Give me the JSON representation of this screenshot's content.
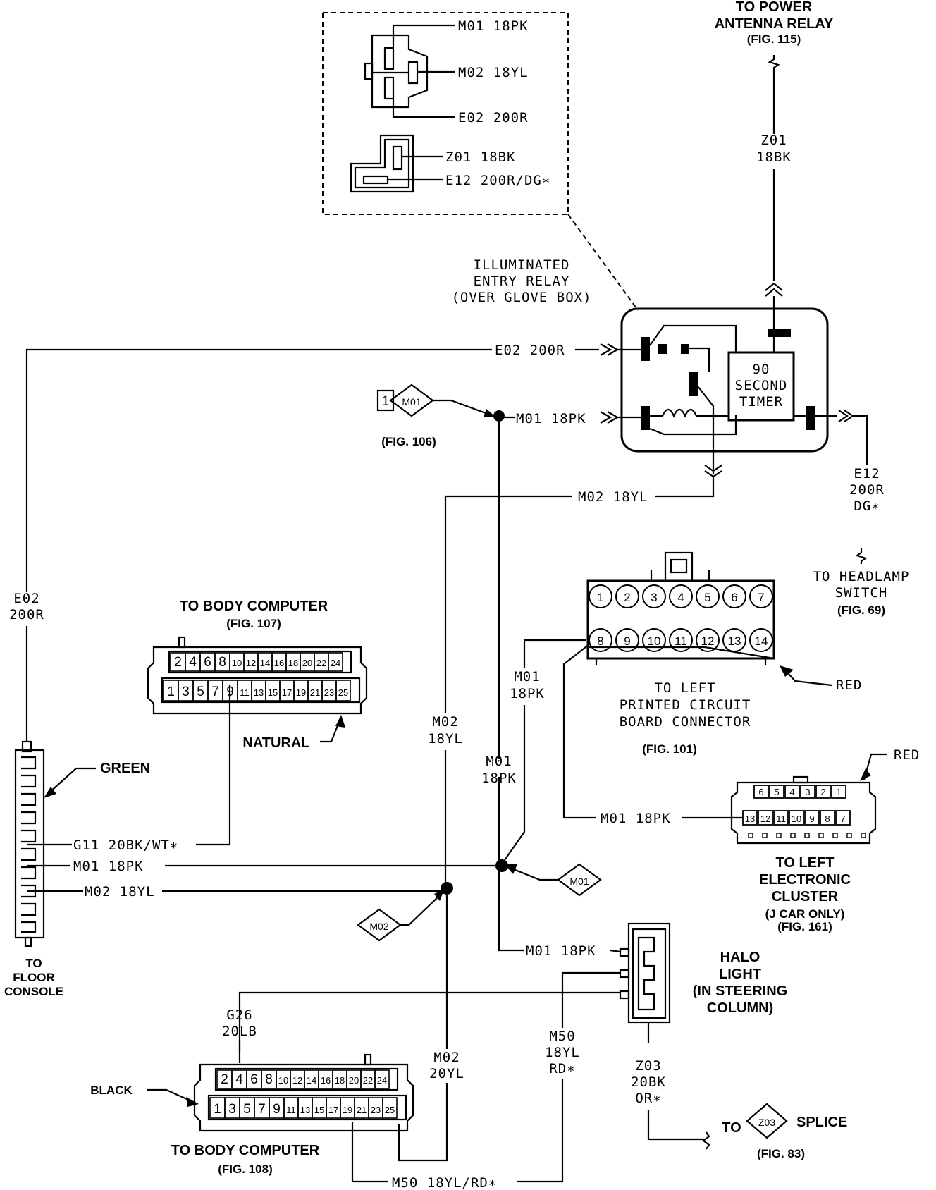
{
  "inset": {
    "labels": [
      "M01 18PK",
      "M02 18YL",
      "E02 200R",
      "Z01 18BK",
      "E12 200R/DG∗"
    ]
  },
  "antenna": {
    "title1": "TO POWER",
    "title2": "ANTENNA RELAY",
    "fig": "(FIG. 115)",
    "wire1": "Z01",
    "wire2": "18BK"
  },
  "relay": {
    "title1": "ILLUMINATED",
    "title2": "ENTRY RELAY",
    "title3": "(OVER GLOVE BOX)",
    "timer1": "90",
    "timer2": "SECOND",
    "timer3": "TIMER"
  },
  "wires": {
    "e02_top": "E02 200R",
    "m01_top": "M01 18PK",
    "m02_top": "M02 18YL",
    "e12_1": "E12",
    "e12_2": "200R",
    "e12_3": "DG∗",
    "e02_left_1": "E02",
    "e02_left_2": "200R",
    "g11": "G11 20BK/WT∗",
    "m01_left": "M01 18PK",
    "m02_left": "M02 18YL",
    "m02_mid_1": "M02",
    "m02_mid_2": "18YL",
    "m01_mid_1": "M01",
    "m01_mid_2": "18PK",
    "m01_pcb_1": "M01",
    "m01_pcb_2": "18PK",
    "m01_cluster": "M01 18PK",
    "m01_halo": "M01 18PK",
    "m50_1": "M50",
    "m50_2": "18YL",
    "m50_3": "RD∗",
    "z03_1": "Z03",
    "z03_2": "20BK",
    "z03_3": "OR∗",
    "g26_1": "G26",
    "g26_2": "20LB",
    "m02_bot_1": "M02",
    "m02_bot_2": "20YL",
    "m50_bottom": "M50 18YL/RD∗"
  },
  "splices": {
    "m01_ref_num": "1",
    "m01_ref": "M01",
    "m01_a": "M01",
    "m02_a": "M02",
    "z03": "Z03"
  },
  "fig106": "(FIG. 106)",
  "headlamp": {
    "line1": "TO HEADLAMP",
    "line2": "SWITCH",
    "fig": "(FIG. 69)"
  },
  "body_computer_top": {
    "title": "TO BODY COMPUTER",
    "fig": "(FIG. 107)",
    "color": "NATURAL"
  },
  "floor_console": {
    "color": "GREEN",
    "line1": "TO",
    "line2": "FLOOR",
    "line3": "CONSOLE"
  },
  "pcb": {
    "line1": "TO LEFT",
    "line2": "PRINTED CIRCUIT",
    "line3": "BOARD CONNECTOR",
    "fig": "(FIG. 101)",
    "color": "RED",
    "top_pins": [
      "1",
      "2",
      "3",
      "4",
      "5",
      "6",
      "7"
    ],
    "bottom_pins": [
      "8",
      "9",
      "10",
      "11",
      "12",
      "13",
      "14"
    ]
  },
  "cluster": {
    "line1": "TO LEFT",
    "line2": "ELECTRONIC",
    "line3": "CLUSTER",
    "line4": "(J CAR ONLY)",
    "fig": "(FIG. 161)",
    "color": "RED",
    "top_pins": [
      "6",
      "5",
      "4",
      "3",
      "2",
      "1"
    ],
    "bottom_pins": [
      "13",
      "12",
      "11",
      "10",
      "9",
      "8",
      "7"
    ]
  },
  "halo": {
    "line1": "HALO",
    "line2": "LIGHT",
    "line3": "(IN STEERING",
    "line4": "COLUMN)"
  },
  "body_computer_bottom": {
    "title": "TO BODY COMPUTER",
    "fig": "(FIG. 108)",
    "color": "BLACK"
  },
  "bc_pins": {
    "top": [
      "2",
      "4",
      "6",
      "8",
      "10",
      "12",
      "14",
      "16",
      "18",
      "20",
      "22",
      "24"
    ],
    "bottom": [
      "1",
      "3",
      "5",
      "7",
      "9",
      "11",
      "13",
      "15",
      "17",
      "19",
      "21",
      "23",
      "25"
    ]
  },
  "splice_note": {
    "to": "TO",
    "splice": "SPLICE",
    "fig": "(FIG. 83)"
  }
}
